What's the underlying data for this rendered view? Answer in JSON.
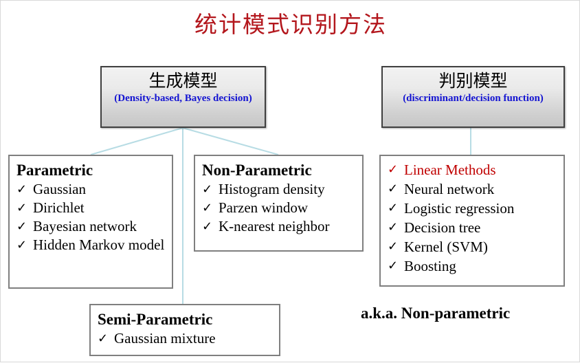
{
  "slide": {
    "title": "统计模式识别方法",
    "title_color": "#b3161c",
    "accent_color": "#c00000",
    "link_color": "#1414d2",
    "connector_color": "#b7dce4",
    "check_glyph": "✓"
  },
  "generative_box": {
    "cn_title": "生成模型",
    "en_subtitle": "(Density-based, Bayes decision)"
  },
  "discriminative_box": {
    "cn_title": "判别模型",
    "en_subtitle": "(discriminant/decision function)"
  },
  "parametric_box": {
    "heading": "Parametric",
    "items": [
      {
        "label": "Gaussian",
        "accent": false
      },
      {
        "label": "Dirichlet",
        "accent": false
      },
      {
        "label": "Bayesian network",
        "accent": false
      },
      {
        "label": "Hidden Markov model",
        "accent": false
      }
    ]
  },
  "nonparametric_box": {
    "heading": "Non-Parametric",
    "items": [
      {
        "label": "Histogram density",
        "accent": false
      },
      {
        "label": "Parzen window",
        "accent": false
      },
      {
        "label": "K-nearest neighbor",
        "accent": false
      }
    ]
  },
  "semiparametric_box": {
    "heading": "Semi-Parametric",
    "items": [
      {
        "label": "Gaussian mixture",
        "accent": false
      }
    ]
  },
  "methods_box": {
    "heading": "",
    "items": [
      {
        "label": "Linear Methods",
        "accent": true
      },
      {
        "label": "Neural network",
        "accent": false
      },
      {
        "label": "Logistic regression",
        "accent": false
      },
      {
        "label": "Decision tree",
        "accent": false
      },
      {
        "label": "Kernel (SVM)",
        "accent": false
      },
      {
        "label": "Boosting",
        "accent": false
      }
    ]
  },
  "aka_note": {
    "text": "a.k.a. Non-parametric"
  }
}
